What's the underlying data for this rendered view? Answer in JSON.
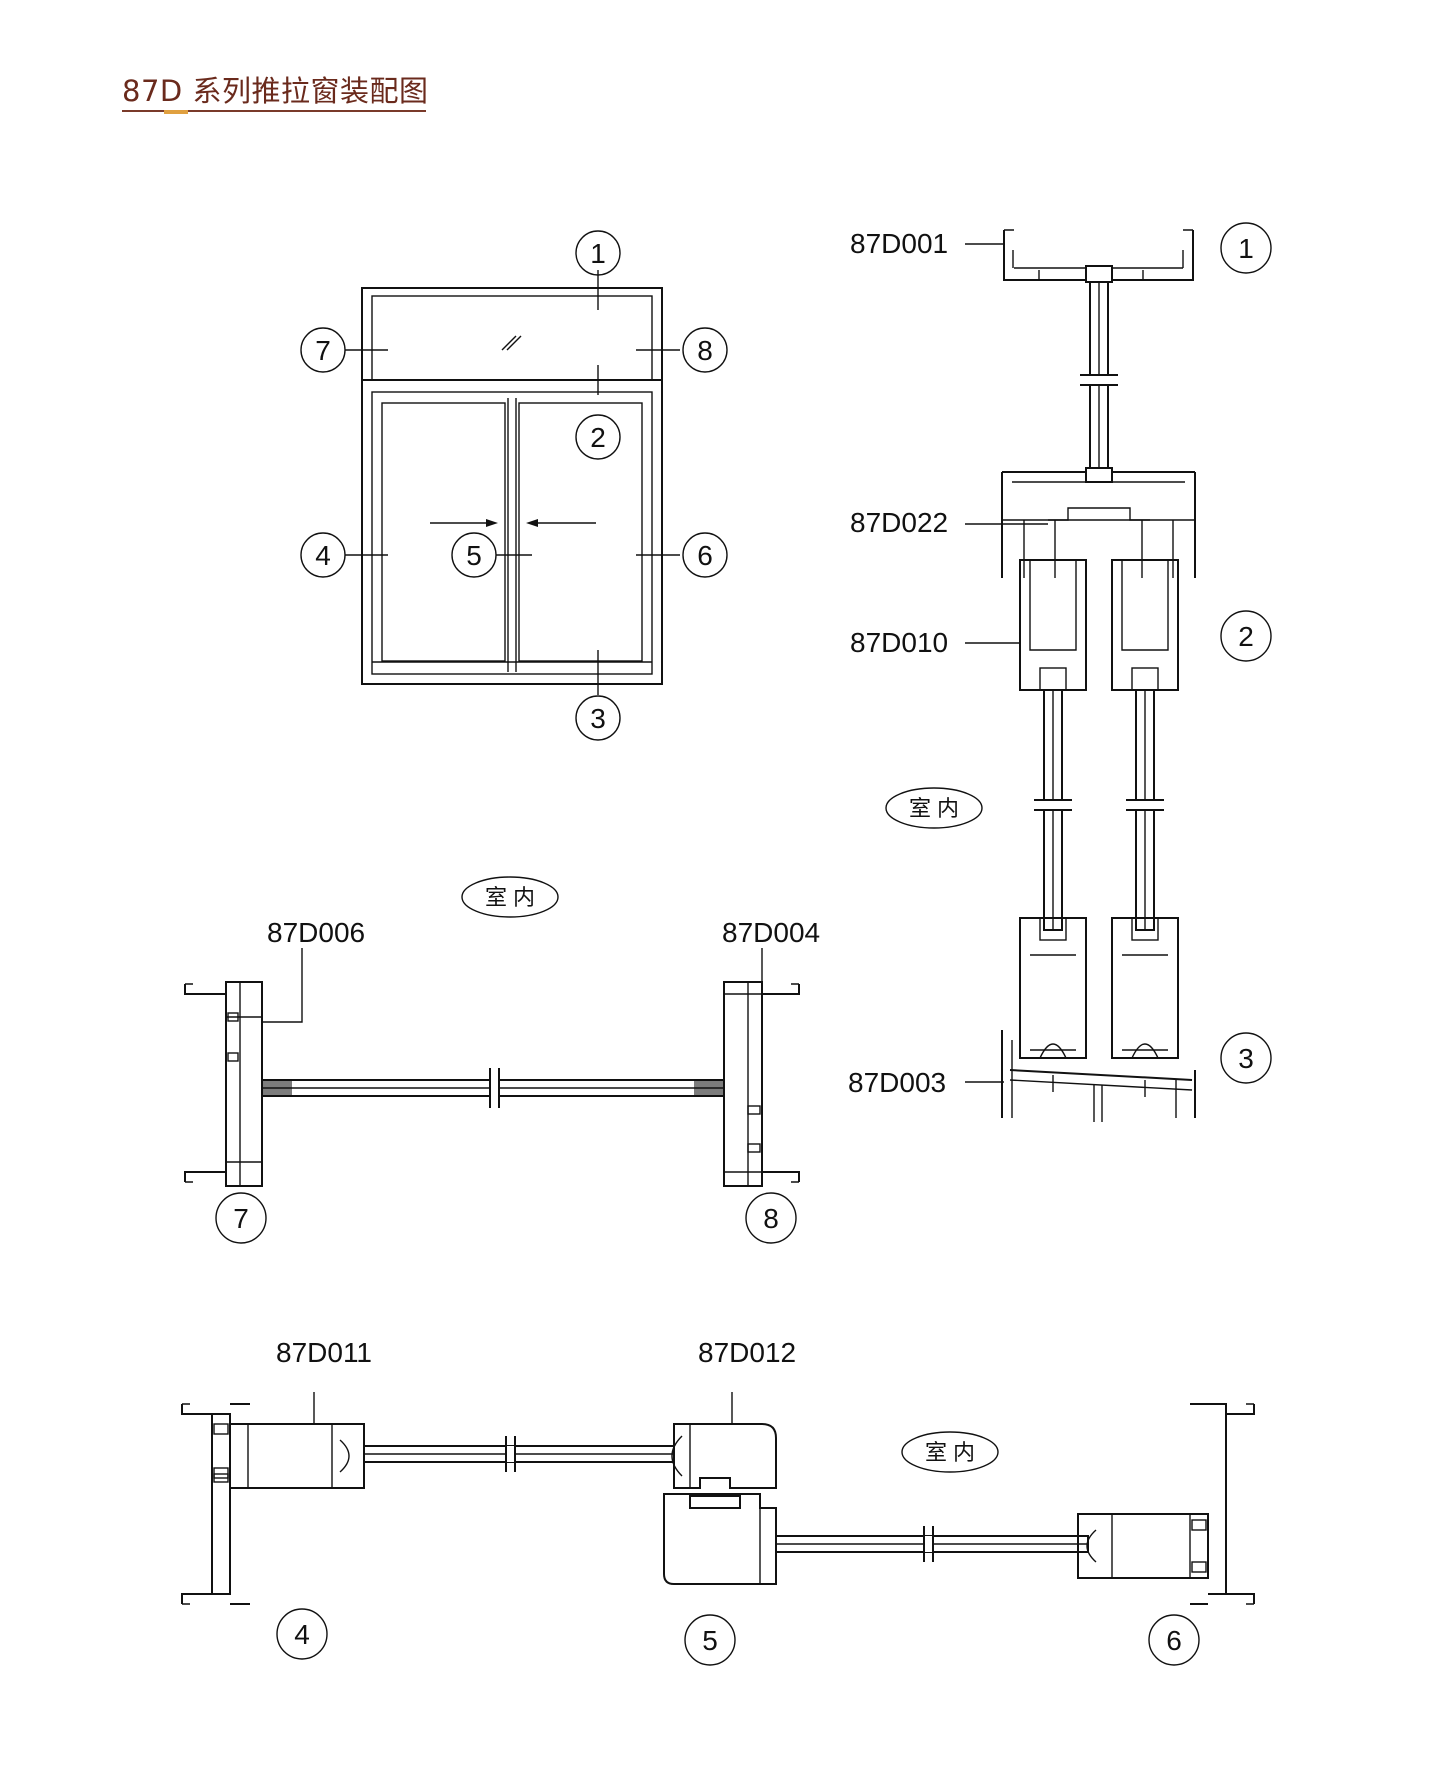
{
  "title": "87D 系列推拉窗装配图",
  "interior_label": "室 内",
  "callouts": {
    "n1": "1",
    "n2": "2",
    "n3": "3",
    "n4": "4",
    "n5": "5",
    "n6": "6",
    "n7": "7",
    "n8": "8"
  },
  "parts": {
    "p001": "87D001",
    "p022": "87D022",
    "p010": "87D010",
    "p003": "87D003",
    "p006": "87D006",
    "p004": "87D004",
    "p011": "87D011",
    "p012": "87D012"
  },
  "colors": {
    "title": "#6a2a1c",
    "accent": "#e0a040",
    "line": "#111111"
  }
}
